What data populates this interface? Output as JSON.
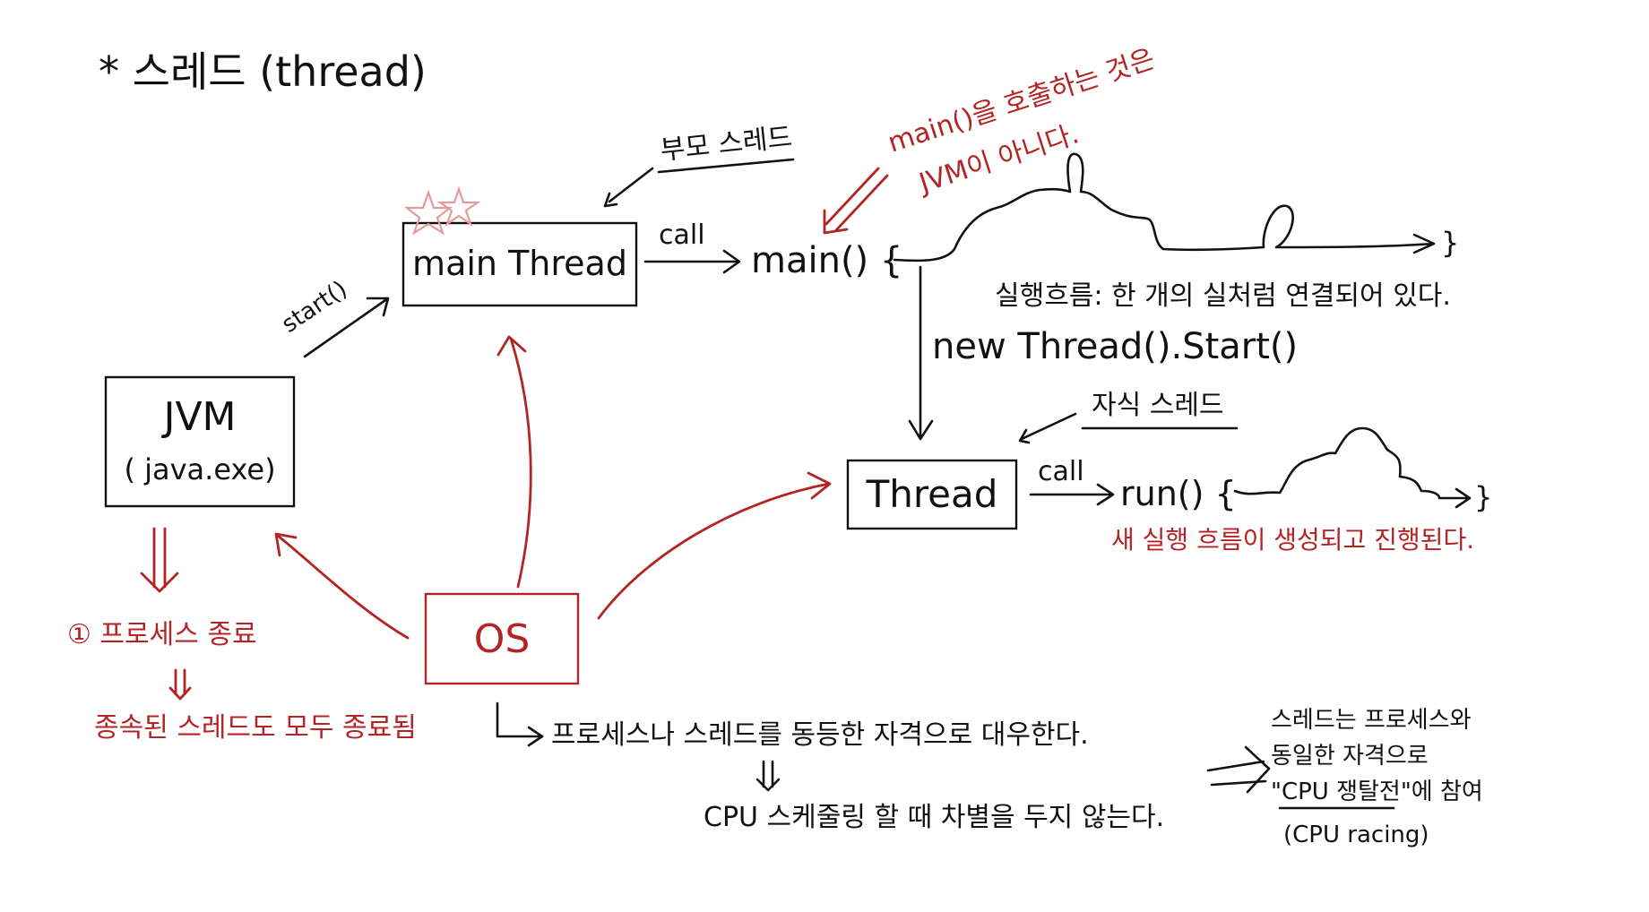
{
  "colors": {
    "ink": "#111111",
    "red": "#b42424",
    "star": "#e59a9a"
  },
  "title": "* 스레드 (thread)",
  "nodes": {
    "jvm": {
      "line1": "JVM",
      "line2": "( java.exe)"
    },
    "main_thread": {
      "label": "main Thread"
    },
    "thread": {
      "label": "Thread"
    },
    "os": {
      "label": "OS"
    }
  },
  "labels": {
    "start_call": "start()",
    "call_main": "call",
    "call_run": "call",
    "main_method": "main() {",
    "run_method": "run() {",
    "parent_thread": "부모 스레드",
    "child_thread": "자식 스레드",
    "new_thread": "new Thread().Start()",
    "flow_note": "실행흐름: 한 개의 실처럼 연결되어 있다.",
    "end_brace_main": "}",
    "end_brace_run": "}"
  },
  "annotations": {
    "main_not_called_line1": "main()을 호출하는 것은",
    "main_not_called_line2": "JVM이 아니다.",
    "new_flow": "새 실행 흐름이 생성되고 진행된다.",
    "process_end": "① 프로세스 종료",
    "child_end": "종속된 스레드도 모두 종료됨",
    "os_note": "프로세스나 스레드를 동등한 자격으로 대우한다.",
    "cpu_note": "CPU 스케줄링 할 때 차별을 두지 않는다.",
    "side_line1": "스레드는 프로세스와",
    "side_line2": "동일한 자격으로",
    "side_line3": "\"CPU 쟁탈전\"에 참여",
    "side_line4": "(CPU racing)"
  },
  "icons": {
    "stars": "star-icon",
    "double_arrow": "double-arrow-icon"
  }
}
